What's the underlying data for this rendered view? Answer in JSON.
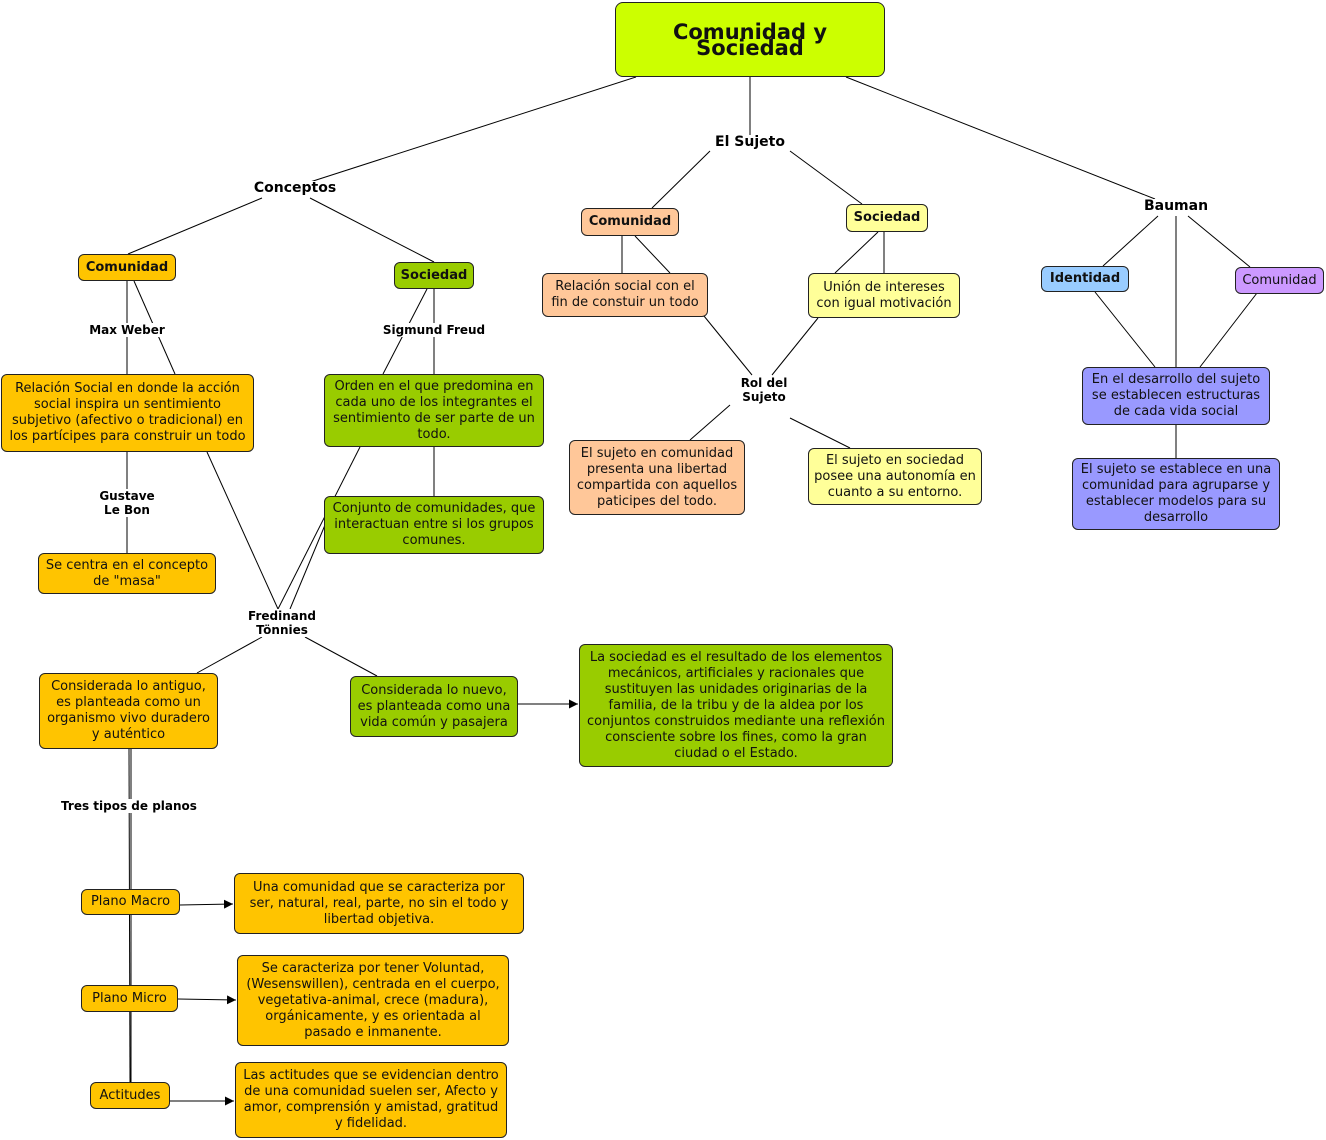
{
  "colors": {
    "root": "#ccff00",
    "orange": "#ffc400",
    "green": "#99cc00",
    "peach": "#ffc799",
    "yellow": "#ffff99",
    "blue": "#99ccff",
    "violet": "#cc99ff",
    "periwinkle": "#9999ff",
    "line": "#000000"
  },
  "root": {
    "title": "Comunidad y Sociedad"
  },
  "labels": {
    "conceptos": "Conceptos",
    "el_sujeto": "El Sujeto",
    "bauman": "Bauman",
    "max_weber": "Max Weber",
    "sigmund_freud": "Sigmund Freud",
    "gustave_le_bon": "Gustave\nLe Bon",
    "ferdinand_tonnies": "Fredinand\nTönnies",
    "tres_tipos": "Tres tipos de planos",
    "rol_del_sujeto": "Rol del\nSujeto"
  },
  "nodes": {
    "conceptos_comunidad": "Comunidad",
    "conceptos_sociedad": "Sociedad",
    "weber_def": "Relación Social en donde la acción social inspira un sentimiento subjetivo (afectivo o tradicional) en los partícipes para construir un todo",
    "lebon_def": "Se centra en el concepto de \"masa\"",
    "freud_def": "Orden en el que predomina en cada uno de los integrantes el sentimiento de ser parte de un todo.",
    "conjunto_def": "Conjunto de comunidades, que interactuan entre si los grupos comunes.",
    "antiguo": "Considerada lo antiguo, es planteada como un organismo vivo duradero y auténtico",
    "nuevo": "Considerada lo nuevo, es planteada como una vida común y pasajera",
    "sociedad_resultado": "La sociedad es el resultado de los elementos mecánicos, artificiales y racionales que sustituyen las unidades originarias de la familia, de la tribu y de la aldea por los conjuntos construidos mediante una reflexión consciente sobre los fines, como la gran ciudad o el Estado.",
    "plano_macro": "Plano Macro",
    "plano_macro_def": "Una comunidad que se caracteriza por ser, natural, real, parte, no sin el todo y libertad objetiva.",
    "plano_micro": "Plano Micro",
    "plano_micro_def": "Se caracteriza por tener Voluntad, (Wesenswillen), centrada en el cuerpo, vegetativa-animal, crece (madura), orgánicamente, y es orientada al pasado e inmanente.",
    "actitudes": "Actitudes",
    "actitudes_def": "Las actitudes que se evidencian dentro de una comunidad suelen ser, Afecto y amor, comprensión y amistad, gratitud y fidelidad.",
    "sujeto_comunidad": "Comunidad",
    "sujeto_sociedad": "Sociedad",
    "relacion_social": "Relación social con el fin de constuir un todo",
    "union_intereses": "Unión de intereses con igual motivación",
    "sujeto_en_comunidad": "El sujeto en comunidad presenta una libertad compartida con aquellos paticipes del todo.",
    "sujeto_en_sociedad": "El sujeto en sociedad posee una autonomía en cuanto a su entorno.",
    "identidad": "Identidad",
    "bauman_comunidad": "Comunidad",
    "desarrollo_sujeto": "En el desarrollo del sujeto se establecen estructuras de cada vida social",
    "sujeto_establece": "El sujeto se establece en una comunidad para agruparse y establecer modelos para su desarrollo"
  }
}
